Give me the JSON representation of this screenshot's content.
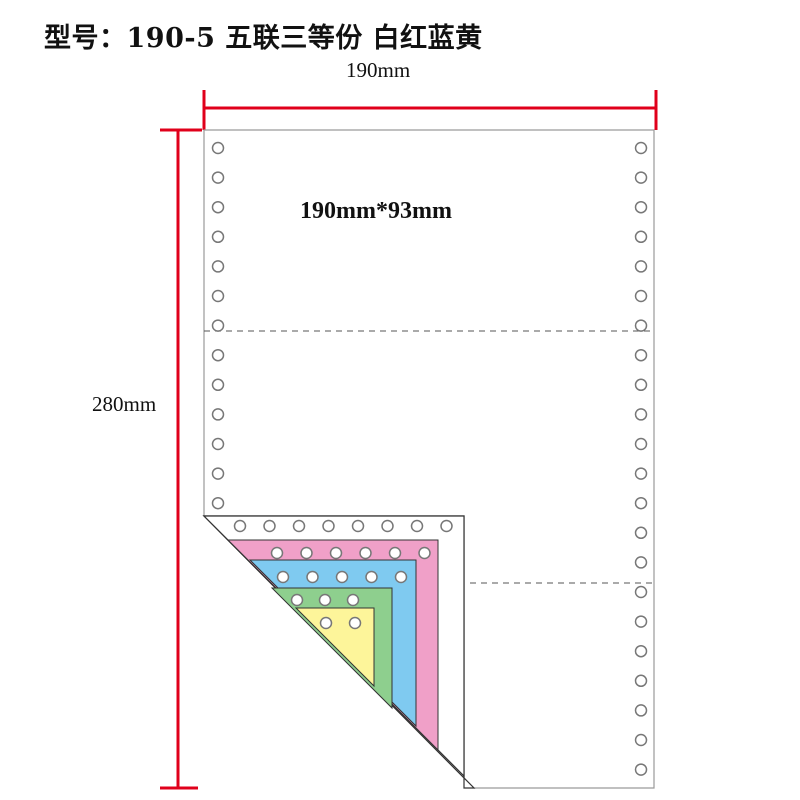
{
  "title": "型号：190-5 五联三等份 白红蓝黄",
  "dimensions": {
    "width_label": "190mm",
    "height_label": "280mm",
    "section_label": "190mm*93mm"
  },
  "colors": {
    "dimension_line": "#e0001b",
    "sheet_outline": "#9a9a9a",
    "white_ply": "#ffffff",
    "pink_ply": "#f0a0c8",
    "blue_ply": "#7fcaf0",
    "green_ply": "#8ecf8e",
    "yellow_ply": "#fdf59a"
  }
}
